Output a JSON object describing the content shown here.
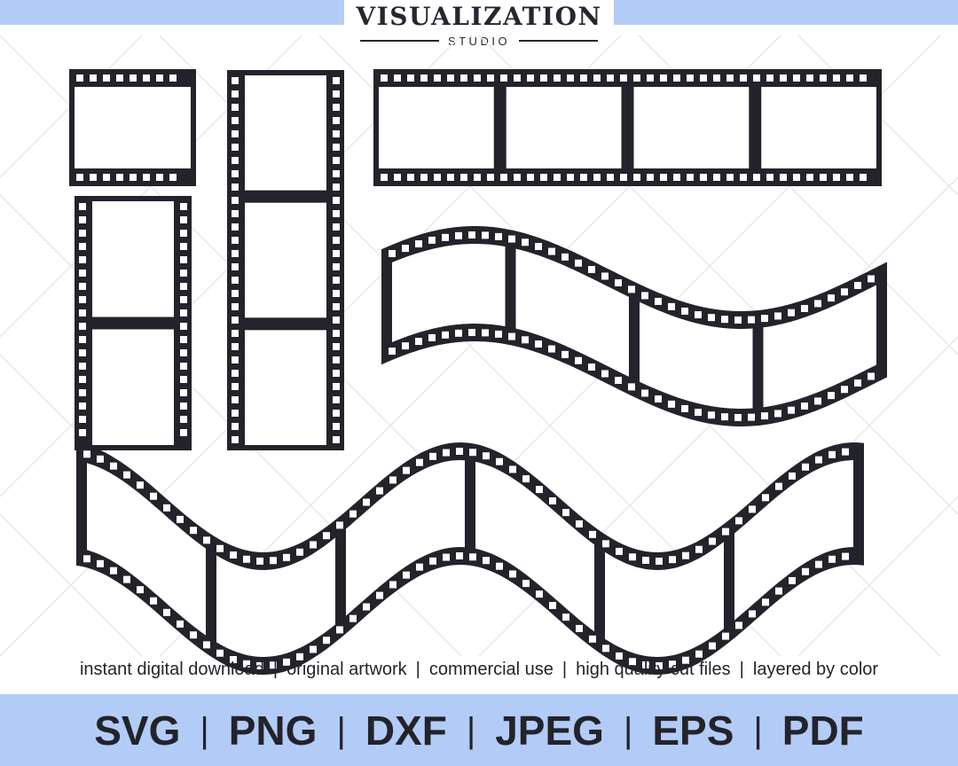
{
  "brand": {
    "title": "VISUALIZATION",
    "subtitle": "STUDIO"
  },
  "features": [
    "instant digital download",
    "original artwork",
    "commercial use",
    "high quality cut files",
    "layered by color"
  ],
  "formats": [
    "SVG",
    "PNG",
    "DXF",
    "JPEG",
    "EPS",
    "PDF"
  ],
  "colors": {
    "accent": "#b3ccf7",
    "ink": "#23232b",
    "watermark": "#e8e8ea"
  },
  "illustration": {
    "items": [
      {
        "kind": "film-strip-horizontal",
        "frames": 1
      },
      {
        "kind": "film-strip-vertical",
        "frames": 2
      },
      {
        "kind": "film-strip-vertical",
        "frames": 3
      },
      {
        "kind": "film-strip-horizontal",
        "frames": 4
      },
      {
        "kind": "film-strip-wavy",
        "frames": 4
      },
      {
        "kind": "film-strip-wavy",
        "frames": 6
      }
    ]
  }
}
